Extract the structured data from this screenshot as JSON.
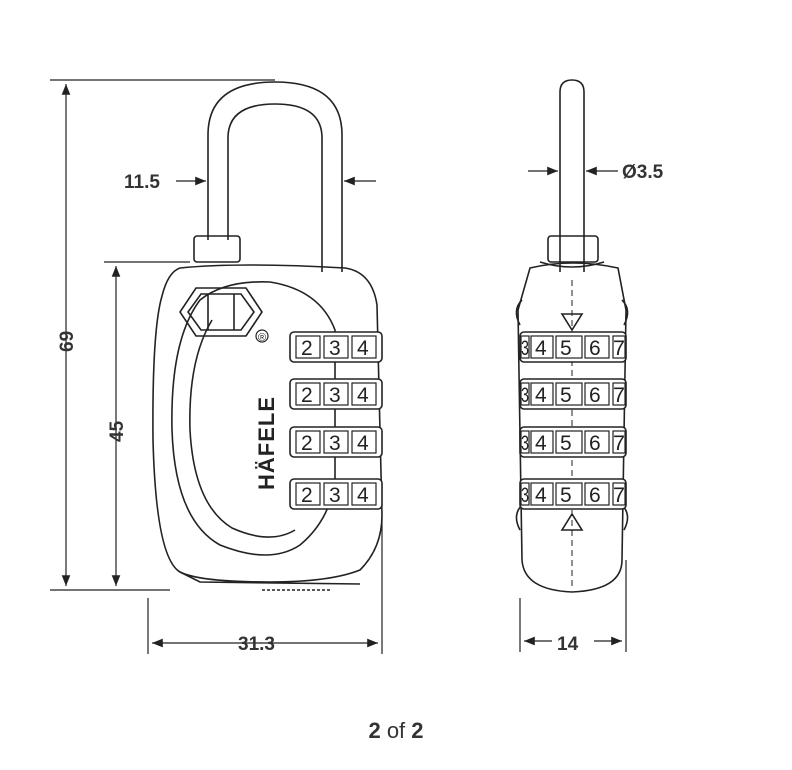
{
  "dimensions": {
    "height_total": "69",
    "height_body": "45",
    "shackle_gap": "11.5",
    "width_front": "31.3",
    "width_side": "14",
    "shackle_diameter": "Ø3.5"
  },
  "brand": "HÄFELE",
  "registered_mark": "®",
  "front_dials": [
    "2",
    "3",
    "4"
  ],
  "side_dials": [
    "3",
    "4",
    "5",
    "6",
    "7"
  ],
  "pager": {
    "current": "2",
    "separator": "of",
    "total": "2"
  },
  "colors": {
    "line": "#222222",
    "dimension_text": "#333333",
    "background": "#ffffff"
  }
}
